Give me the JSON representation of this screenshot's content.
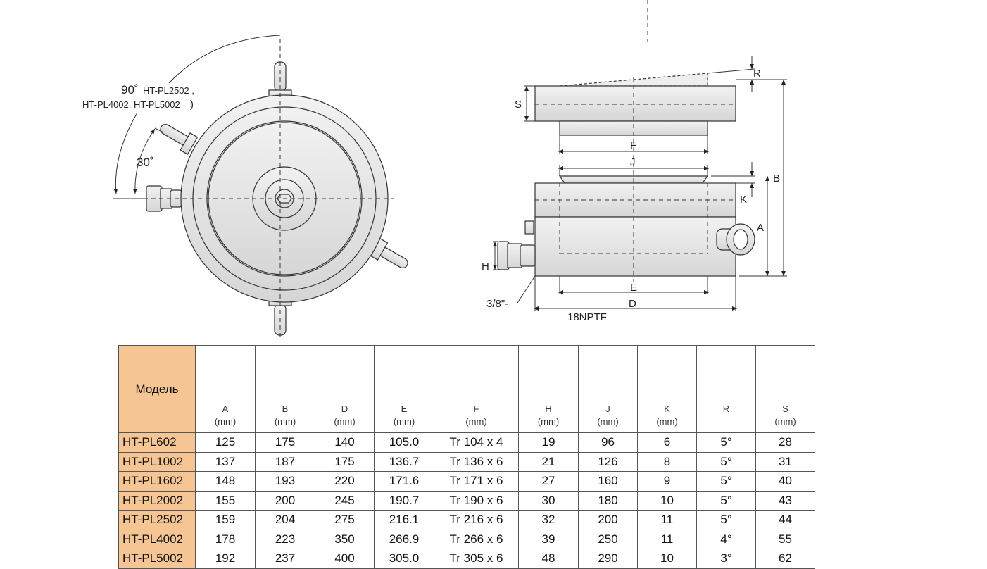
{
  "drawing": {
    "angle_90": "90˚",
    "angle_90_models_line1": "HT-PL2502 ,",
    "angle_90_models_line2": "HT-PL4002, HT-PL5002",
    "angle_30": "30˚",
    "dims": {
      "R": "R",
      "S": "S",
      "F": "F",
      "J": "J",
      "B": "B",
      "K": "K",
      "A": "A",
      "H": "H",
      "E": "E",
      "D": "D",
      "thread_1": "3/8\"-",
      "thread_2": "18NPTF"
    }
  },
  "table": {
    "model_header": "Модель",
    "columns": [
      {
        "name": "A",
        "unit": "(mm)"
      },
      {
        "name": "B",
        "unit": "(mm)"
      },
      {
        "name": "D",
        "unit": "(mm)"
      },
      {
        "name": "E",
        "unit": "(mm)"
      },
      {
        "name": "F",
        "unit": "(mm)"
      },
      {
        "name": "H",
        "unit": "(mm)"
      },
      {
        "name": "J",
        "unit": "(mm)"
      },
      {
        "name": "K",
        "unit": "(mm)"
      },
      {
        "name": "R",
        "unit": ""
      },
      {
        "name": "S",
        "unit": "(mm)"
      }
    ],
    "rows": [
      {
        "model": "HT-PL602",
        "values": [
          "125",
          "175",
          "140",
          "105.0",
          "Tr 104 x 4",
          "19",
          "96",
          "6",
          "5°",
          "28"
        ]
      },
      {
        "model": "HT-PL1002",
        "values": [
          "137",
          "187",
          "175",
          "136.7",
          "Tr 136 x 6",
          "21",
          "126",
          "8",
          "5°",
          "31"
        ]
      },
      {
        "model": "HT-PL1602",
        "values": [
          "148",
          "193",
          "220",
          "171.6",
          "Tr 171 x 6",
          "27",
          "160",
          "9",
          "5°",
          "40"
        ]
      },
      {
        "model": "HT-PL2002",
        "values": [
          "155",
          "200",
          "245",
          "190.7",
          "Tr 190 x 6",
          "30",
          "180",
          "10",
          "5°",
          "43"
        ]
      },
      {
        "model": "HT-PL2502",
        "values": [
          "159",
          "204",
          "275",
          "216.1",
          "Tr 216 x 6",
          "32",
          "200",
          "11",
          "5°",
          "44"
        ]
      },
      {
        "model": "HT-PL4002",
        "values": [
          "178",
          "223",
          "350",
          "266.9",
          "Tr 266 x 6",
          "39",
          "250",
          "11",
          "4°",
          "55"
        ]
      },
      {
        "model": "HT-PL5002",
        "values": [
          "192",
          "237",
          "400",
          "305.0",
          "Tr 305 x 6",
          "48",
          "290",
          "10",
          "3°",
          "62"
        ]
      }
    ]
  }
}
